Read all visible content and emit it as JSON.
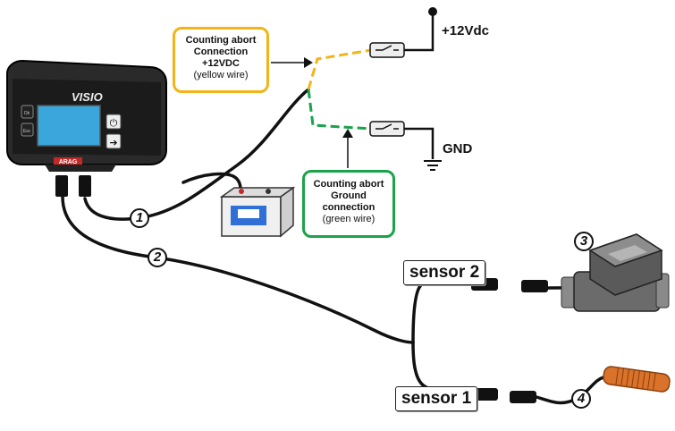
{
  "callouts": {
    "yellow": {
      "line1": "Counting abort",
      "line2": "Connection",
      "line3": "+12VDC",
      "line4": "(yellow wire)"
    },
    "green": {
      "line1": "Counting abort",
      "line2": "Ground",
      "line3": "connection",
      "line4": "(green wire)"
    }
  },
  "terminals": {
    "positive": "+12Vdc",
    "ground": "GND"
  },
  "sensor_tags": {
    "sensor2": "sensor 2",
    "sensor1": "sensor 1"
  },
  "badges": {
    "one": "1",
    "two": "2",
    "three": "3",
    "four": "4"
  },
  "device": {
    "brand": "VISIO",
    "maker": "ARAG",
    "key_top": "Ok",
    "key_bottom": "Esc"
  },
  "colors": {
    "yellow_wire": "#f2b418",
    "green_wire": "#1aa34a",
    "cable": "#111111",
    "display": "#3aa6dc"
  }
}
